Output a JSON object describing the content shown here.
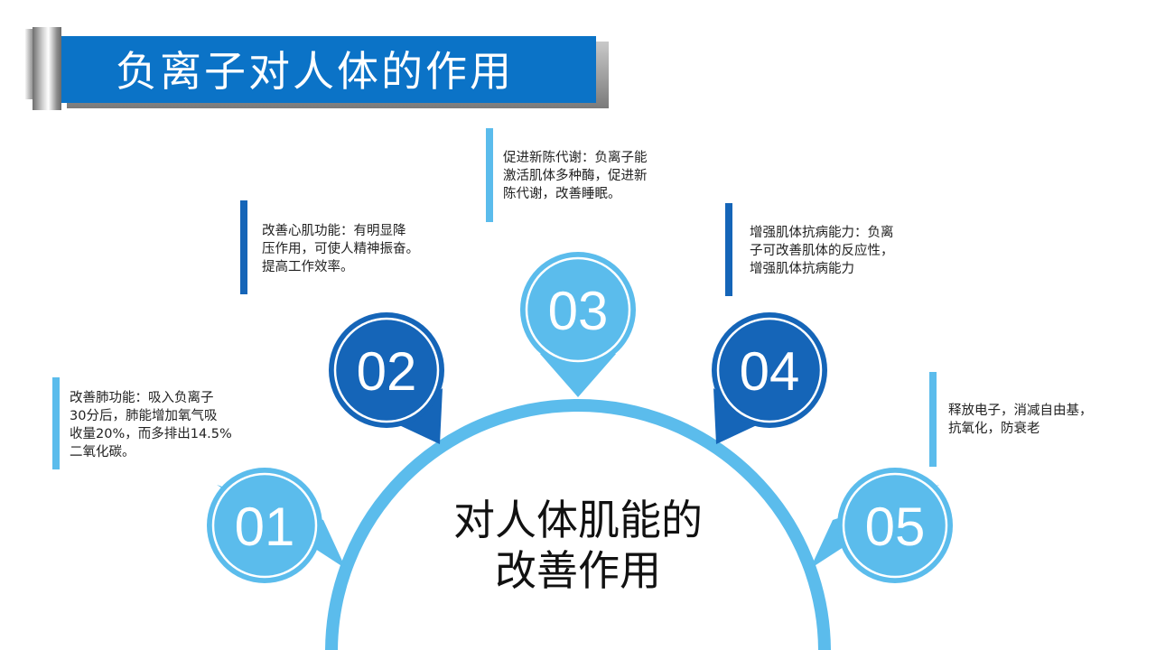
{
  "title": "负离子对人体的作用",
  "center_label_line1": "对人体肌能的",
  "center_label_line2": "改善作用",
  "colors": {
    "title_bar": "#0b73c7",
    "dark_blue": "#1565b8",
    "light_blue": "#5bbcec",
    "arc": "#5bbcec"
  },
  "items": [
    {
      "number": "01",
      "lines": [
        "改善肺功能：吸入负离子",
        "30分后，肺能增加氧气吸",
        "收量20%，而多排出14.5%",
        "二氧化碳。"
      ]
    },
    {
      "number": "02",
      "lines": [
        "改善心肌功能：有明显降",
        "压作用，可使人精神振奋。",
        "提高工作效率。"
      ]
    },
    {
      "number": "03",
      "lines": [
        "促进新陈代谢：负离子能",
        "激活肌体多种酶，促进新",
        "陈代谢，改善睡眠。"
      ]
    },
    {
      "number": "04",
      "lines": [
        "增强肌体抗病能力：负离",
        "子可改善肌体的反应性，",
        "增强肌体抗病能力"
      ]
    },
    {
      "number": "05",
      "lines": [
        "释放电子，消减自由基，",
        "抗氧化，防衰老"
      ]
    }
  ]
}
